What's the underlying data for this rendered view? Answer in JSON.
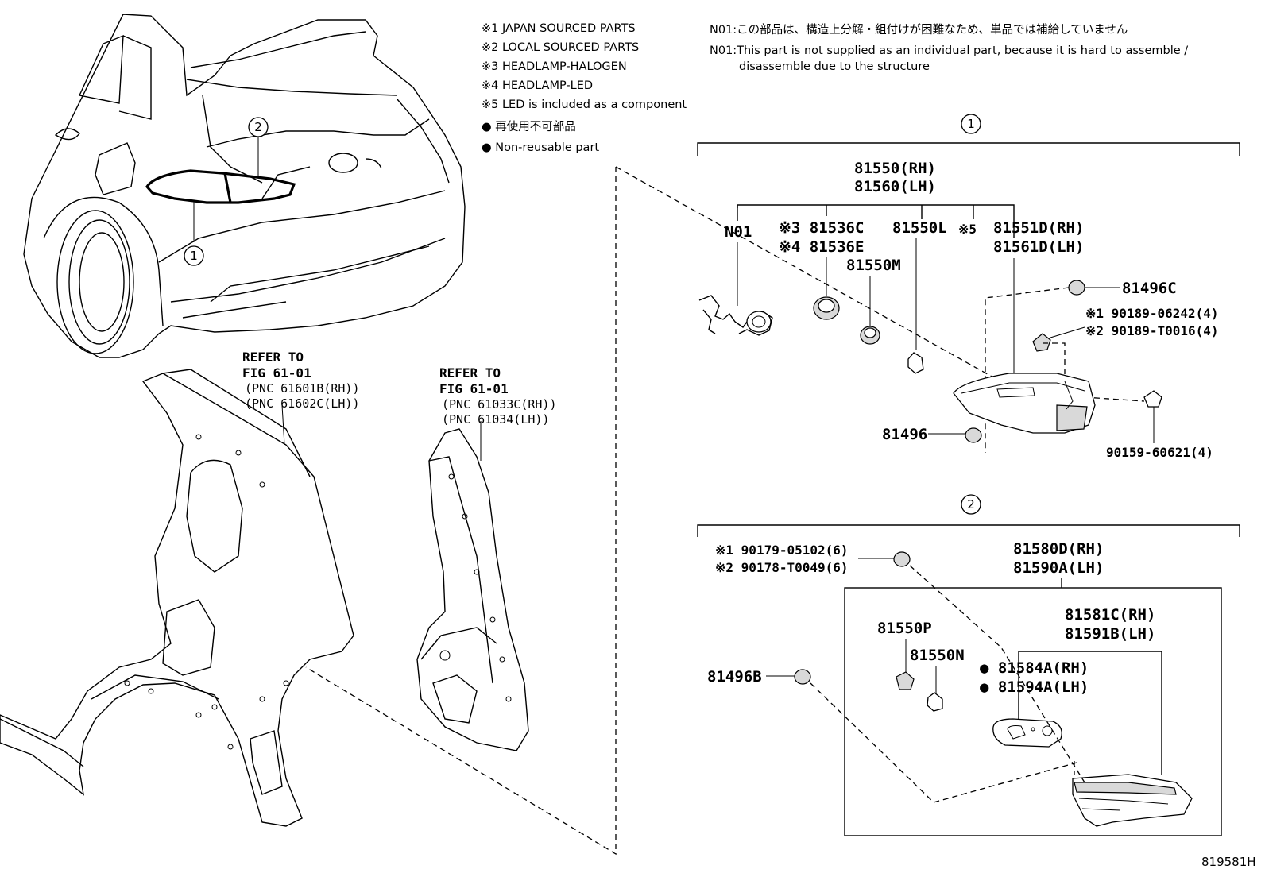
{
  "notes": {
    "n1": "※1 JAPAN SOURCED PARTS",
    "n2": "※2 LOCAL SOURCED PARTS",
    "n3": "※3 HEADLAMP-HALOGEN",
    "n4": "※4 HEADLAMP-LED",
    "n5": "※5 LED is included as a component",
    "nonreuse_jp": "● 再使用不可部品",
    "nonreuse_en": "● Non-reusable part",
    "n01_jp": "N01:この部品は、構造上分解・組付けが困難なため、単品では補給していません",
    "n01_en_1": "N01:This part is not supplied as an individual part, because it is hard to assemble /",
    "n01_en_2": "disassemble due to the structure"
  },
  "callouts": {
    "one": "1",
    "two": "2"
  },
  "refs": {
    "ref1_a": "REFER TO",
    "ref1_b": "FIG 61-01",
    "ref1_c": "(PNC 61601B(RH))",
    "ref1_d": "(PNC 61602C(LH))",
    "ref2_a": "REFER TO",
    "ref2_b": "FIG 61-01",
    "ref2_c": "(PNC 61033C(RH))",
    "ref2_d": "(PNC 61034(LH))"
  },
  "section1": {
    "assy_rh": "81550(RH)",
    "assy_lh": "81560(LH)",
    "n01": "N01",
    "p81536c": "※3 81536C",
    "p81536e": "※4 81536E",
    "p81550l": "81550L",
    "p81550m": "81550M",
    "mark5": "※5",
    "p81551d": "81551D(RH)",
    "p81561d": "81561D(LH)",
    "p81496c": "81496C",
    "p90189a": "※1 90189-06242(4)",
    "p90189b": "※2 90189-T0016(4)",
    "p81496": "81496",
    "p90159": "90159-60621(4)"
  },
  "section2": {
    "p90179": "※1 90179-05102(6)",
    "p90178": "※2 90178-T0049(6)",
    "assy_rh": "81580D(RH)",
    "assy_lh": "81590A(LH)",
    "p81581c": "81581C(RH)",
    "p81591b": "81591B(LH)",
    "p81550p": "81550P",
    "p81550n": "81550N",
    "p81584a": "● 81584A(RH)",
    "p81594a": "● 81594A(LH)",
    "p81496b": "81496B"
  },
  "footer": {
    "figure_code": "819581H"
  }
}
